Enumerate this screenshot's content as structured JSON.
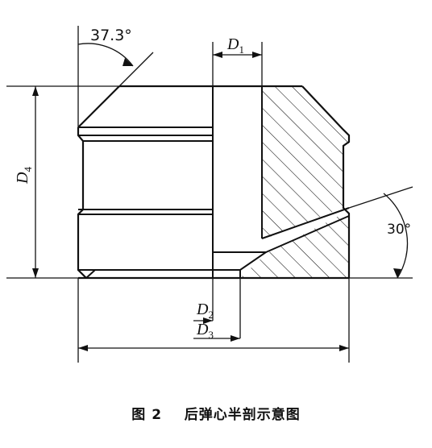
{
  "labels": {
    "angle_top": "37.3°",
    "angle_right": "30°",
    "d1_base": "D",
    "d1_sub": "1",
    "d2_base": "D",
    "d2_sub": "2",
    "d3_base": "D",
    "d3_sub": "3",
    "d4_base": "D",
    "d4_sub": "4"
  },
  "caption": {
    "figure_no": "图 2",
    "title": "后弹心半剖示意图"
  },
  "colors": {
    "line": "#111111",
    "background": "#ffffff"
  }
}
